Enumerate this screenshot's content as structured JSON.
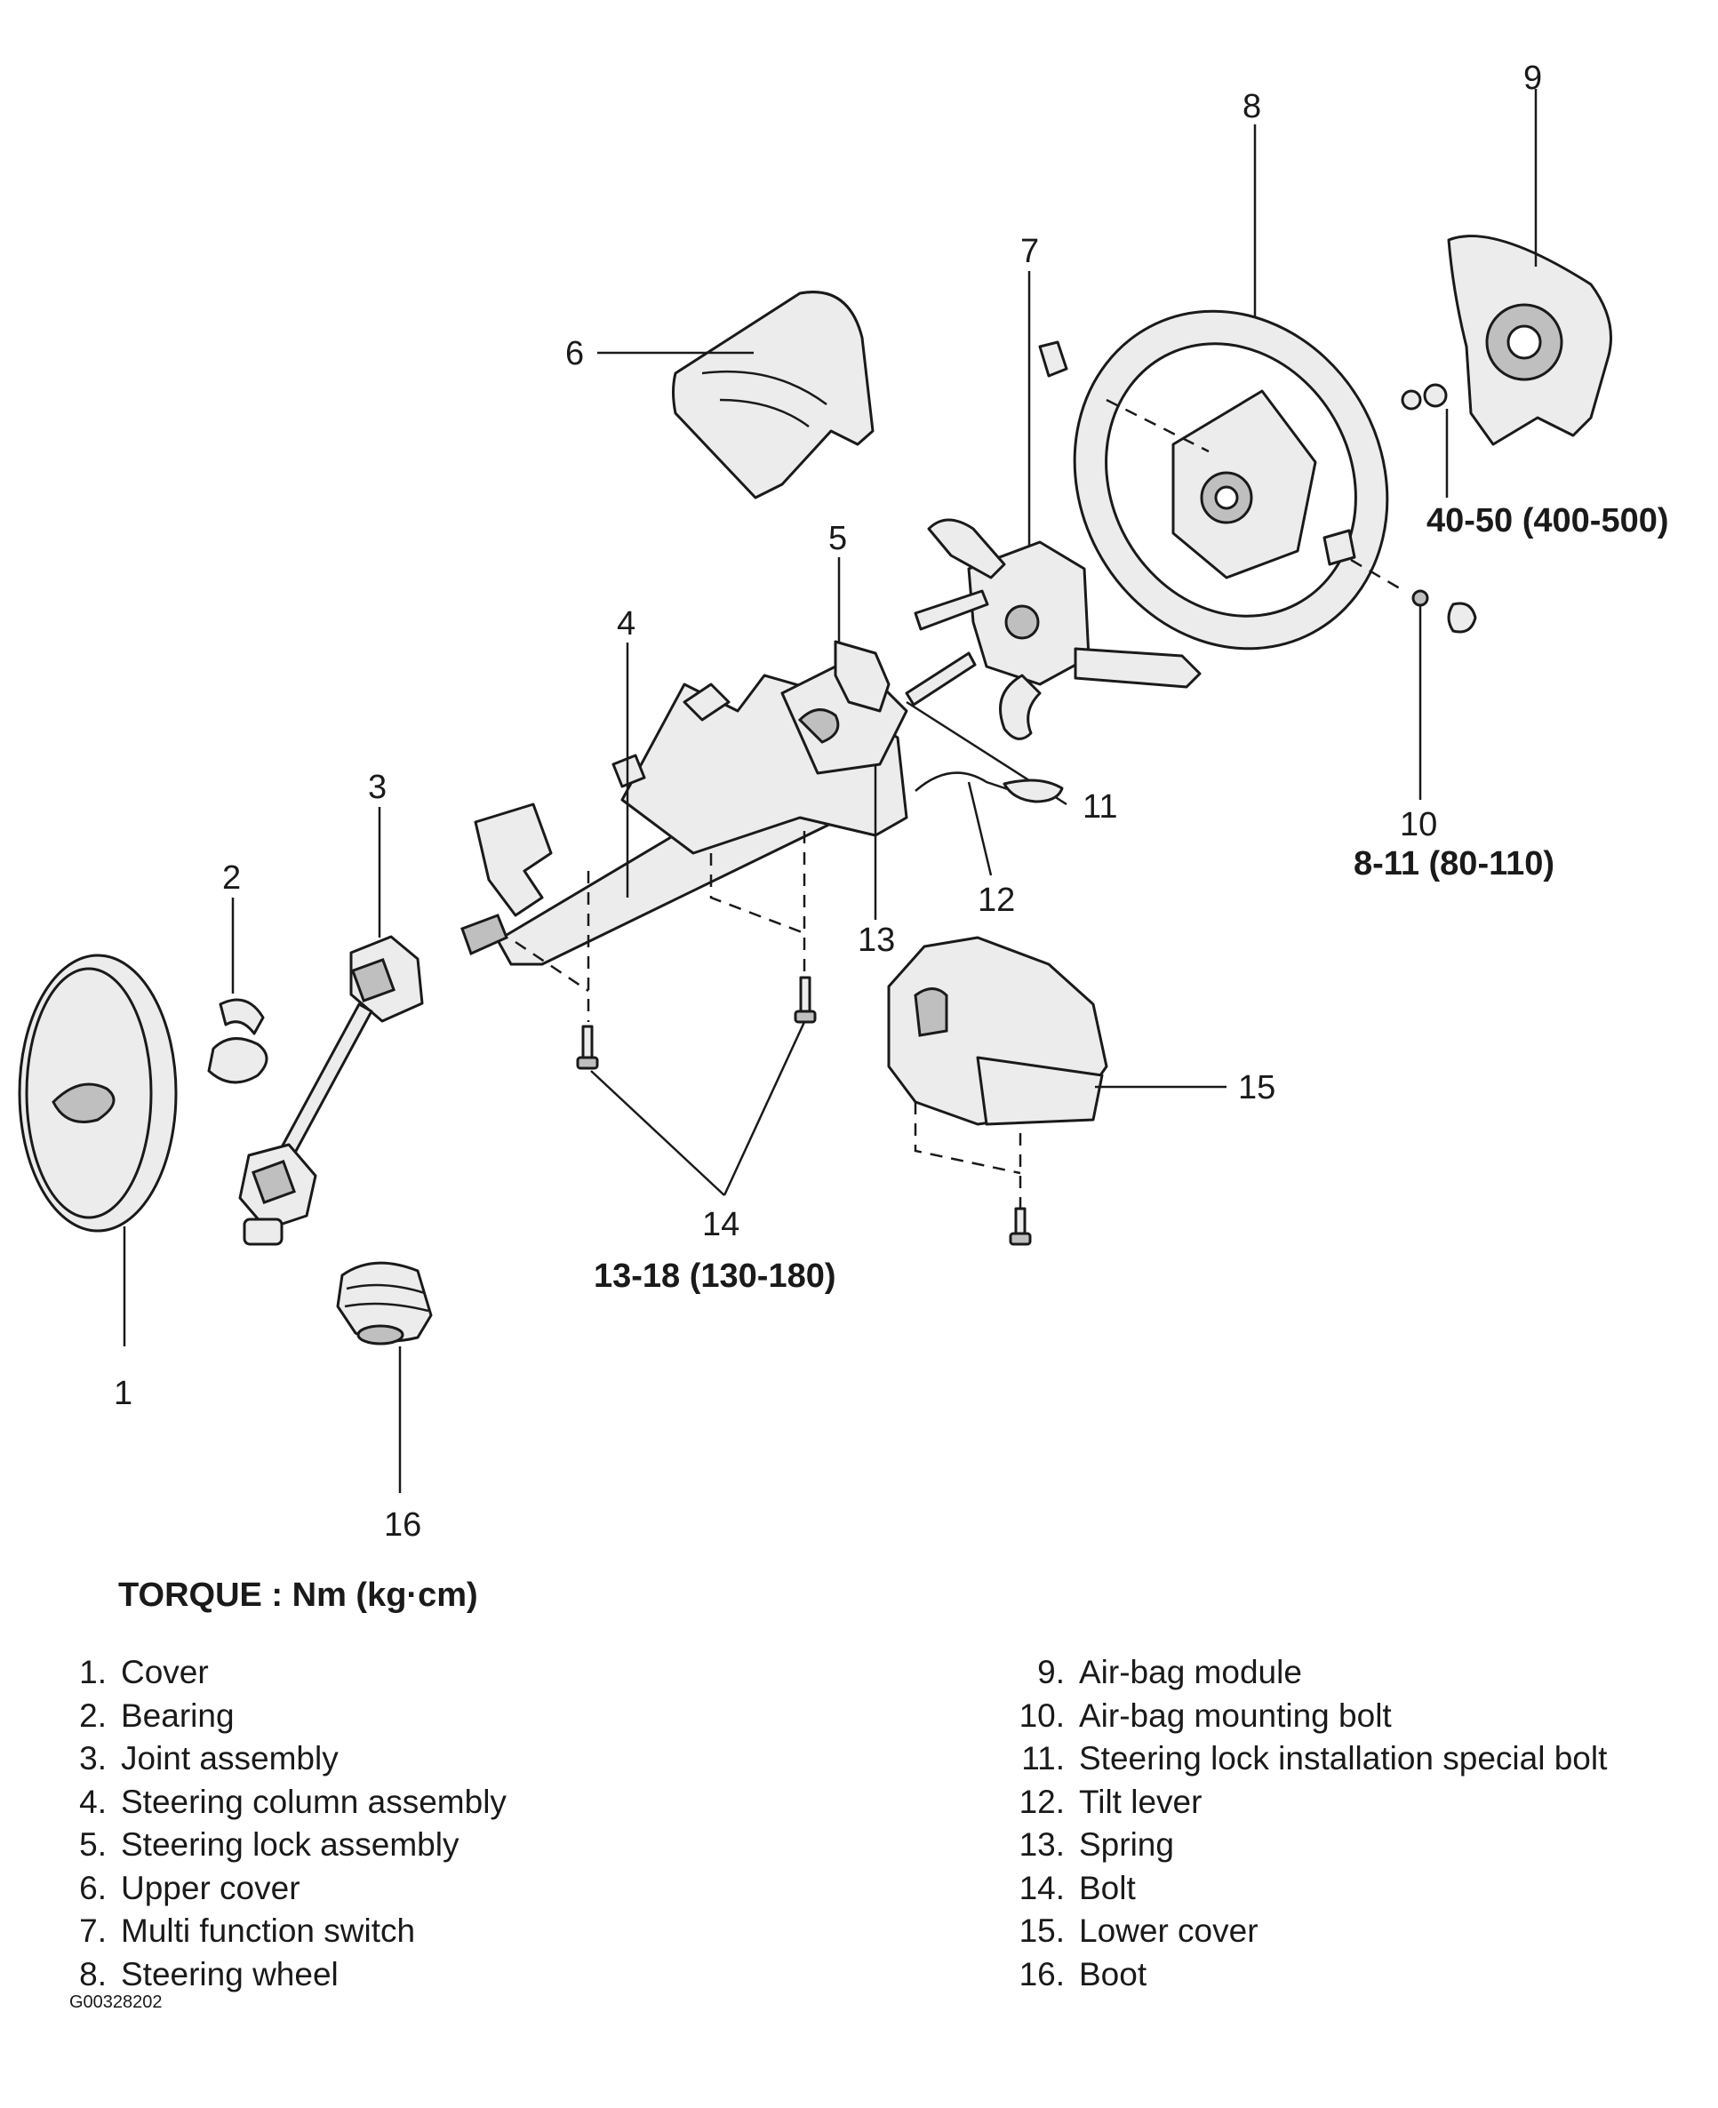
{
  "callouts": [
    {
      "id": "c1",
      "text": "1"
    },
    {
      "id": "c2",
      "text": "2"
    },
    {
      "id": "c3",
      "text": "3"
    },
    {
      "id": "c4",
      "text": "4"
    },
    {
      "id": "c5",
      "text": "5"
    },
    {
      "id": "c6",
      "text": "6"
    },
    {
      "id": "c7",
      "text": "7"
    },
    {
      "id": "c8",
      "text": "8"
    },
    {
      "id": "c9",
      "text": "9"
    },
    {
      "id": "c10",
      "text": "10"
    },
    {
      "id": "c11",
      "text": "11"
    },
    {
      "id": "c12",
      "text": "12"
    },
    {
      "id": "c13",
      "text": "13"
    },
    {
      "id": "c14",
      "text": "14"
    },
    {
      "id": "c15",
      "text": "15"
    },
    {
      "id": "c16",
      "text": "16"
    }
  ],
  "torque_values": {
    "airbag_nut": "40-50 (400-500)",
    "airbag_bolt": "8-11 (80-110)",
    "column_bolt": "13-18 (130-180)"
  },
  "torque_heading": "TORQUE : Nm (kg·cm)",
  "legend": {
    "left": [
      {
        "num": "1.",
        "label": "Cover"
      },
      {
        "num": "2.",
        "label": "Bearing"
      },
      {
        "num": "3.",
        "label": "Joint assembly"
      },
      {
        "num": "4.",
        "label": "Steering column assembly"
      },
      {
        "num": "5.",
        "label": "Steering lock assembly"
      },
      {
        "num": "6.",
        "label": "Upper cover"
      },
      {
        "num": "7.",
        "label": "Multi function switch"
      },
      {
        "num": "8.",
        "label": "Steering wheel"
      }
    ],
    "right": [
      {
        "num": "9.",
        "label": "Air-bag module"
      },
      {
        "num": "10.",
        "label": "Air-bag mounting bolt"
      },
      {
        "num": "11.",
        "label": "Steering lock installation special bolt"
      },
      {
        "num": "12.",
        "label": "Tilt lever"
      },
      {
        "num": "13.",
        "label": "Spring"
      },
      {
        "num": "14.",
        "label": "Bolt"
      },
      {
        "num": "15.",
        "label": "Lower cover"
      },
      {
        "num": "16.",
        "label": "Boot"
      }
    ]
  },
  "figure_code": "G00328202"
}
